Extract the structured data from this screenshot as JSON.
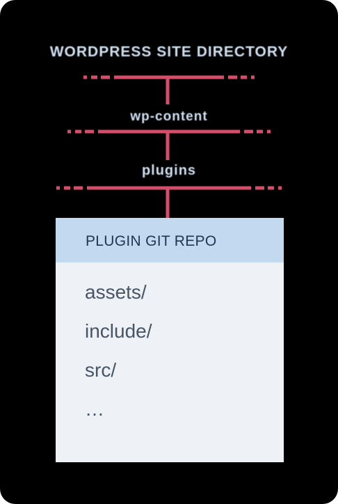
{
  "colors": {
    "background": "#000000",
    "connector": "#d64d6b",
    "label": "#cfe0f1",
    "header": "#c3d9ef",
    "card": "#eef2f7",
    "title": "#1f3651",
    "item": "#475566"
  },
  "tree": {
    "root_label": "WORDPRESS SITE DIRECTORY",
    "subdir_label": "wp-content",
    "plugins_label": "plugins"
  },
  "repo": {
    "title": "PLUGIN GIT REPO",
    "items": [
      "assets/",
      "include/",
      "src/",
      "…"
    ]
  }
}
